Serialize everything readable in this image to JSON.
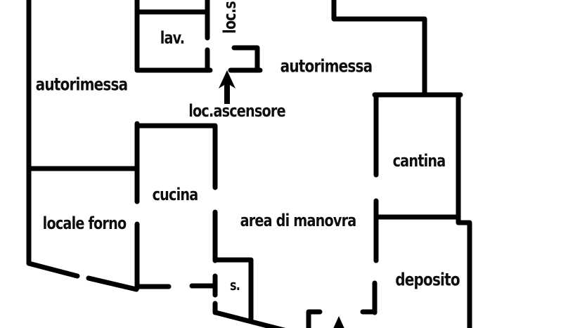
{
  "app": {
    "type": "floor-plan-drawing",
    "background_color": "#ffffff",
    "wall_color": "#000000",
    "text_color": "#0d0d0d"
  },
  "floorplan": {
    "labels": {
      "autorimessa_left": "autorimessa",
      "autorimessa_right": "autorimessa",
      "lav": "lav.",
      "loc_s": "loc.s",
      "loc_ascensore": "loc.ascensore",
      "cantina": "cantina",
      "cucina": "cucina",
      "locale_forno": "locale forno",
      "area_di_manovra": "area di manovra",
      "s": "s.",
      "deposito": "deposito"
    },
    "icons": {
      "elevator_arrow": "arrow-up-icon",
      "stairs_arrow": "arrow-up-icon"
    }
  }
}
